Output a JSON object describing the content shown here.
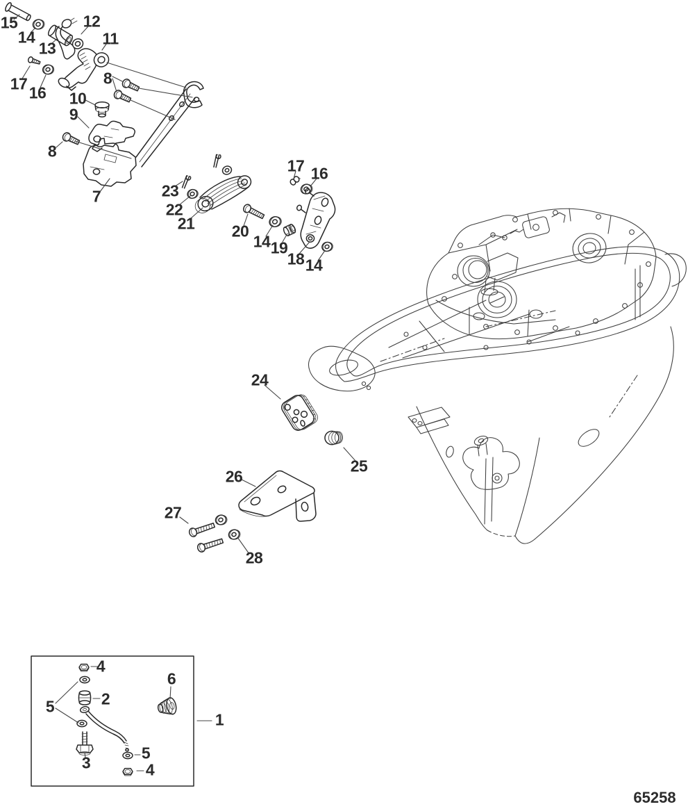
{
  "drawing_number": "65258",
  "colors": {
    "ink": "#2b2b2b",
    "background": "#ffffff"
  },
  "callouts": [
    {
      "text": "15"
    },
    {
      "text": "14"
    },
    {
      "text": "13"
    },
    {
      "text": "12"
    },
    {
      "text": "11"
    },
    {
      "text": "17"
    },
    {
      "text": "16"
    },
    {
      "text": "8"
    },
    {
      "text": "10"
    },
    {
      "text": "9"
    },
    {
      "text": "8"
    },
    {
      "text": "7"
    },
    {
      "text": "23"
    },
    {
      "text": "22"
    },
    {
      "text": "21"
    },
    {
      "text": "20"
    },
    {
      "text": "14"
    },
    {
      "text": "19"
    },
    {
      "text": "18"
    },
    {
      "text": "14"
    },
    {
      "text": "17"
    },
    {
      "text": "16"
    },
    {
      "text": "24"
    },
    {
      "text": "25"
    },
    {
      "text": "26"
    },
    {
      "text": "27"
    },
    {
      "text": "28"
    },
    {
      "text": "4"
    },
    {
      "text": "5"
    },
    {
      "text": "2"
    },
    {
      "text": "3"
    },
    {
      "text": "5"
    },
    {
      "text": "4"
    },
    {
      "text": "6"
    },
    {
      "text": "1"
    }
  ]
}
